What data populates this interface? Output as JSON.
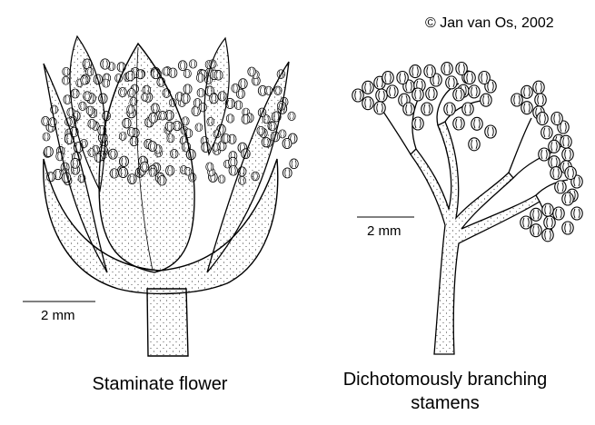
{
  "copyright": "© Jan van Os, 2002",
  "left_figure": {
    "caption": "Staminate flower",
    "scale_label": "2 mm"
  },
  "right_figure": {
    "caption_line1": "Dichotomously branching",
    "caption_line2": "stamens",
    "scale_label": "2 mm"
  },
  "colors": {
    "ink": "#000000",
    "paper": "#ffffff"
  }
}
